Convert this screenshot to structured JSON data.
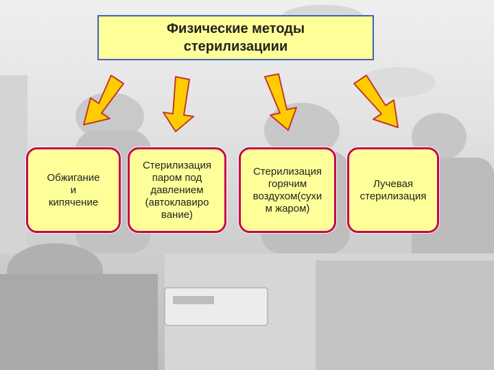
{
  "title": {
    "line1": "Физические методы",
    "line2": "стерилизациии"
  },
  "methods": [
    {
      "label": "Обжигание\nи\nкипячение"
    },
    {
      "label": "Стерилизация\nпаром под\nдавлением\n(автоклавиро\nвание)"
    },
    {
      "label": "Стерилизация\nгорячим\nвоздухом(сухи\nм жаром)"
    },
    {
      "label": "Лучевая\nстерилизация"
    }
  ],
  "colors": {
    "box_fill": "#ffff99",
    "title_border": "#3f62b3",
    "card_border": "#c4004f",
    "arrow_fill": "#ffcc00",
    "arrow_stroke": "#c0392b"
  }
}
